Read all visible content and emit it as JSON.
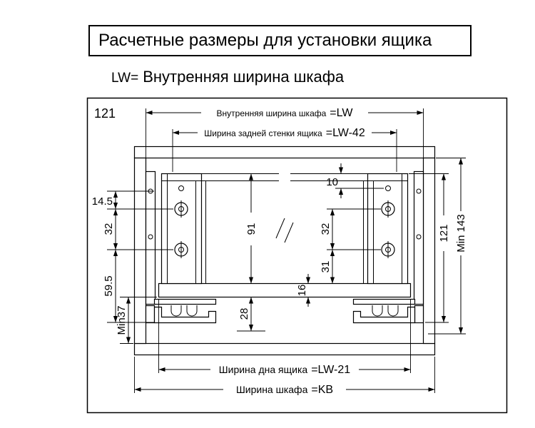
{
  "header": {
    "title": "Расчетные размеры для установки ящика"
  },
  "subtitle": {
    "var": "LW=",
    "label": "Внутренняя ширина шкафа"
  },
  "diagram": {
    "corner_label": "121",
    "dims": {
      "inner_width": {
        "label": "Внутренняя ширина шкафа",
        "value": "=LW"
      },
      "back_width": {
        "label": "Ширина задней стенки ящика",
        "value": "=LW-42"
      },
      "bottom_width": {
        "label": "Ширина дна ящика",
        "value": "=LW-21"
      },
      "cabinet_width": {
        "label": "Ширина шкафа",
        "value": "=KB"
      },
      "left_hole_offset": "14.5",
      "left_hole_pitch": "32",
      "left_to_runner": "59.5",
      "left_min_clearance": "Min37",
      "back_height": "91",
      "under_bottom": "28",
      "bottom_thickness": "16",
      "right_top_hole": "10",
      "right_hole_pitch": "32",
      "right_lower_span": "31",
      "side_height": "121",
      "min_total_height": "Min 143"
    }
  }
}
